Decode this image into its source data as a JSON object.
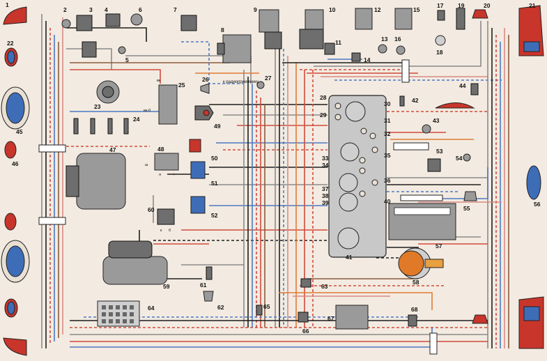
{
  "diagram": {
    "captions": {
      "radio": "к радиоприемнику"
    },
    "components": [
      {
        "n": "1"
      },
      {
        "n": "2"
      },
      {
        "n": "3"
      },
      {
        "n": "4"
      },
      {
        "n": "5"
      },
      {
        "n": "6"
      },
      {
        "n": "7"
      },
      {
        "n": "8"
      },
      {
        "n": "9"
      },
      {
        "n": "10"
      },
      {
        "n": "11"
      },
      {
        "n": "12"
      },
      {
        "n": "13"
      },
      {
        "n": "14"
      },
      {
        "n": "15"
      },
      {
        "n": "16"
      },
      {
        "n": "17"
      },
      {
        "n": "18"
      },
      {
        "n": "19"
      },
      {
        "n": "20"
      },
      {
        "n": "21"
      },
      {
        "n": "22"
      },
      {
        "n": "23"
      },
      {
        "n": "24"
      },
      {
        "n": "25"
      },
      {
        "n": "26"
      },
      {
        "n": "27"
      },
      {
        "n": "28"
      },
      {
        "n": "29"
      },
      {
        "n": "30"
      },
      {
        "n": "31"
      },
      {
        "n": "32"
      },
      {
        "n": "33"
      },
      {
        "n": "34"
      },
      {
        "n": "35"
      },
      {
        "n": "36"
      },
      {
        "n": "37"
      },
      {
        "n": "38"
      },
      {
        "n": "39"
      },
      {
        "n": "40"
      },
      {
        "n": "41"
      },
      {
        "n": "42"
      },
      {
        "n": "43"
      },
      {
        "n": "44"
      },
      {
        "n": "45"
      },
      {
        "n": "46"
      },
      {
        "n": "47"
      },
      {
        "n": "48"
      },
      {
        "n": "49"
      },
      {
        "n": "50"
      },
      {
        "n": "51"
      },
      {
        "n": "52"
      },
      {
        "n": "53"
      },
      {
        "n": "54"
      },
      {
        "n": "55"
      },
      {
        "n": "56"
      },
      {
        "n": "57"
      },
      {
        "n": "58"
      },
      {
        "n": "59"
      },
      {
        "n": "60"
      },
      {
        "n": "61"
      },
      {
        "n": "62"
      },
      {
        "n": "63"
      },
      {
        "n": "64"
      },
      {
        "n": "65"
      },
      {
        "n": "66"
      },
      {
        "n": "67"
      },
      {
        "n": "68"
      }
    ],
    "terminals": {
      "t25_vk": "вк",
      "t25_vkb": "вк-б",
      "t48_sh": "ш",
      "t48_plus": "+",
      "t48_ya": "я",
      "t60_k": "к",
      "t60_b": "б"
    }
  }
}
